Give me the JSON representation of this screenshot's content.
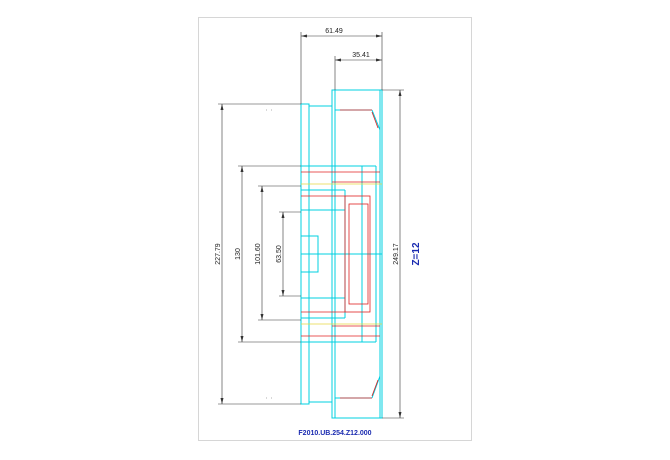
{
  "drawing": {
    "part_number": "F2010.UB.254.Z12.000",
    "teeth_label": "Z=12",
    "colors": {
      "outline": "#00d0e0",
      "bore": "#e02020",
      "centerline": "#e8d840",
      "dimension": "#333333",
      "label": "#1a2bb0"
    }
  },
  "dimensions": {
    "overall_width": "61.49",
    "hub_width": "35.41",
    "outer_diameter": "249.17",
    "flange_diameter": "227.79",
    "bolt_circle": "130",
    "hub_diameter": "101.60",
    "bore_diameter": "63.50"
  }
}
